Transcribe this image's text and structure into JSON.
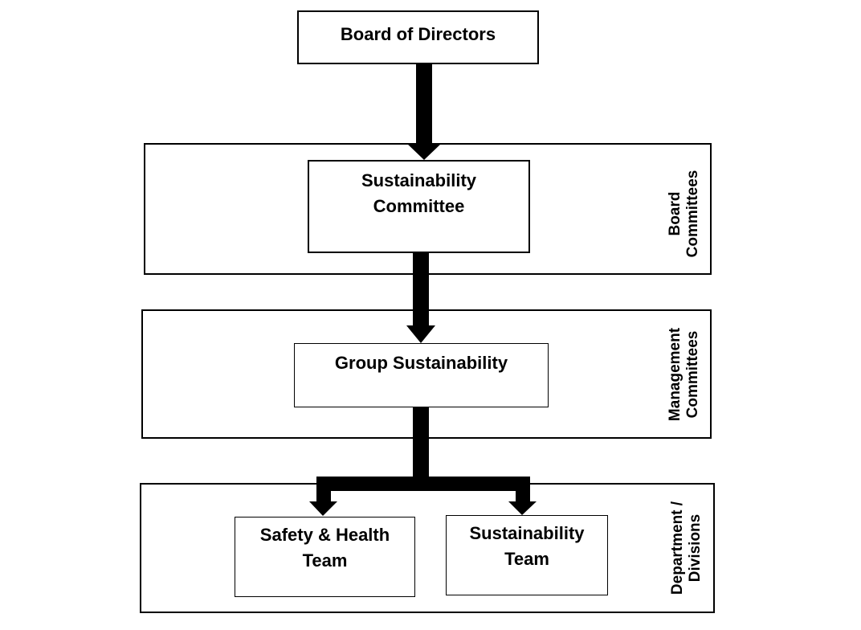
{
  "nodes": {
    "board_of_directors": "Board of Directors",
    "sustainability_committee": "Sustainability\nCommittee",
    "group_sustainability": "Group Sustainability",
    "safety_health_team": "Safety & Health\nTeam",
    "sustainability_team": "Sustainability\nTeam"
  },
  "bands": {
    "board_committees": "Board\nCommittees",
    "management_committees": "Management\nCommittees",
    "department_divisions": "Department /\nDivisions"
  },
  "colors": {
    "line": "#000000",
    "background": "#ffffff"
  }
}
